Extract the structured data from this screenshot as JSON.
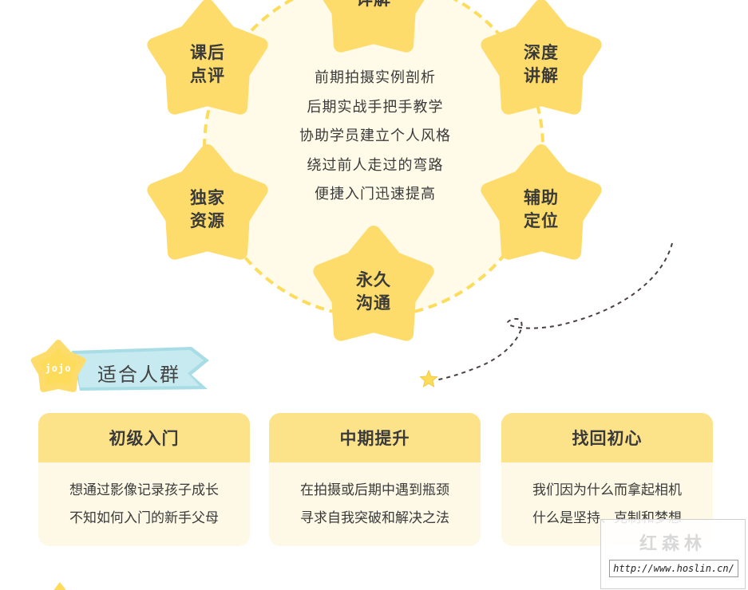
{
  "center_lines": [
    "前期拍摄实例剖析",
    "后期实战手把手教学",
    "协助学员建立个人风格",
    "绕过前人走过的弯路",
    "便捷入门迅速提高"
  ],
  "stars": {
    "top": "详解",
    "post_review": [
      "课后",
      "点评"
    ],
    "deep_explain": [
      "深度",
      "讲解"
    ],
    "exclusive": [
      "独家",
      "资源"
    ],
    "positioning": [
      "辅助",
      "定位"
    ],
    "forever": [
      "永久",
      "沟通"
    ]
  },
  "section": {
    "badge": "jojo",
    "title": "适合人群"
  },
  "cards": [
    {
      "title": "初级入门",
      "lines": [
        "想通过影像记录孩子成长",
        "不知如何入门的新手父母"
      ]
    },
    {
      "title": "中期提升",
      "lines": [
        "在拍摄或后期中遇到瓶颈",
        "寻求自我突破和解决之法"
      ]
    },
    {
      "title": "找回初心",
      "lines": [
        "我们因为什么而拿起相机",
        "什么是坚持、克制和梦想"
      ]
    }
  ],
  "watermark": {
    "name": "红森林",
    "url": "http://www.hoslin.cn/"
  },
  "colors": {
    "star": "#fddc6b",
    "card_head": "#fce38a",
    "card_body": "#fdf9e6",
    "circle_fill": "#fffbe8",
    "ribbon": "#a9dde6"
  }
}
